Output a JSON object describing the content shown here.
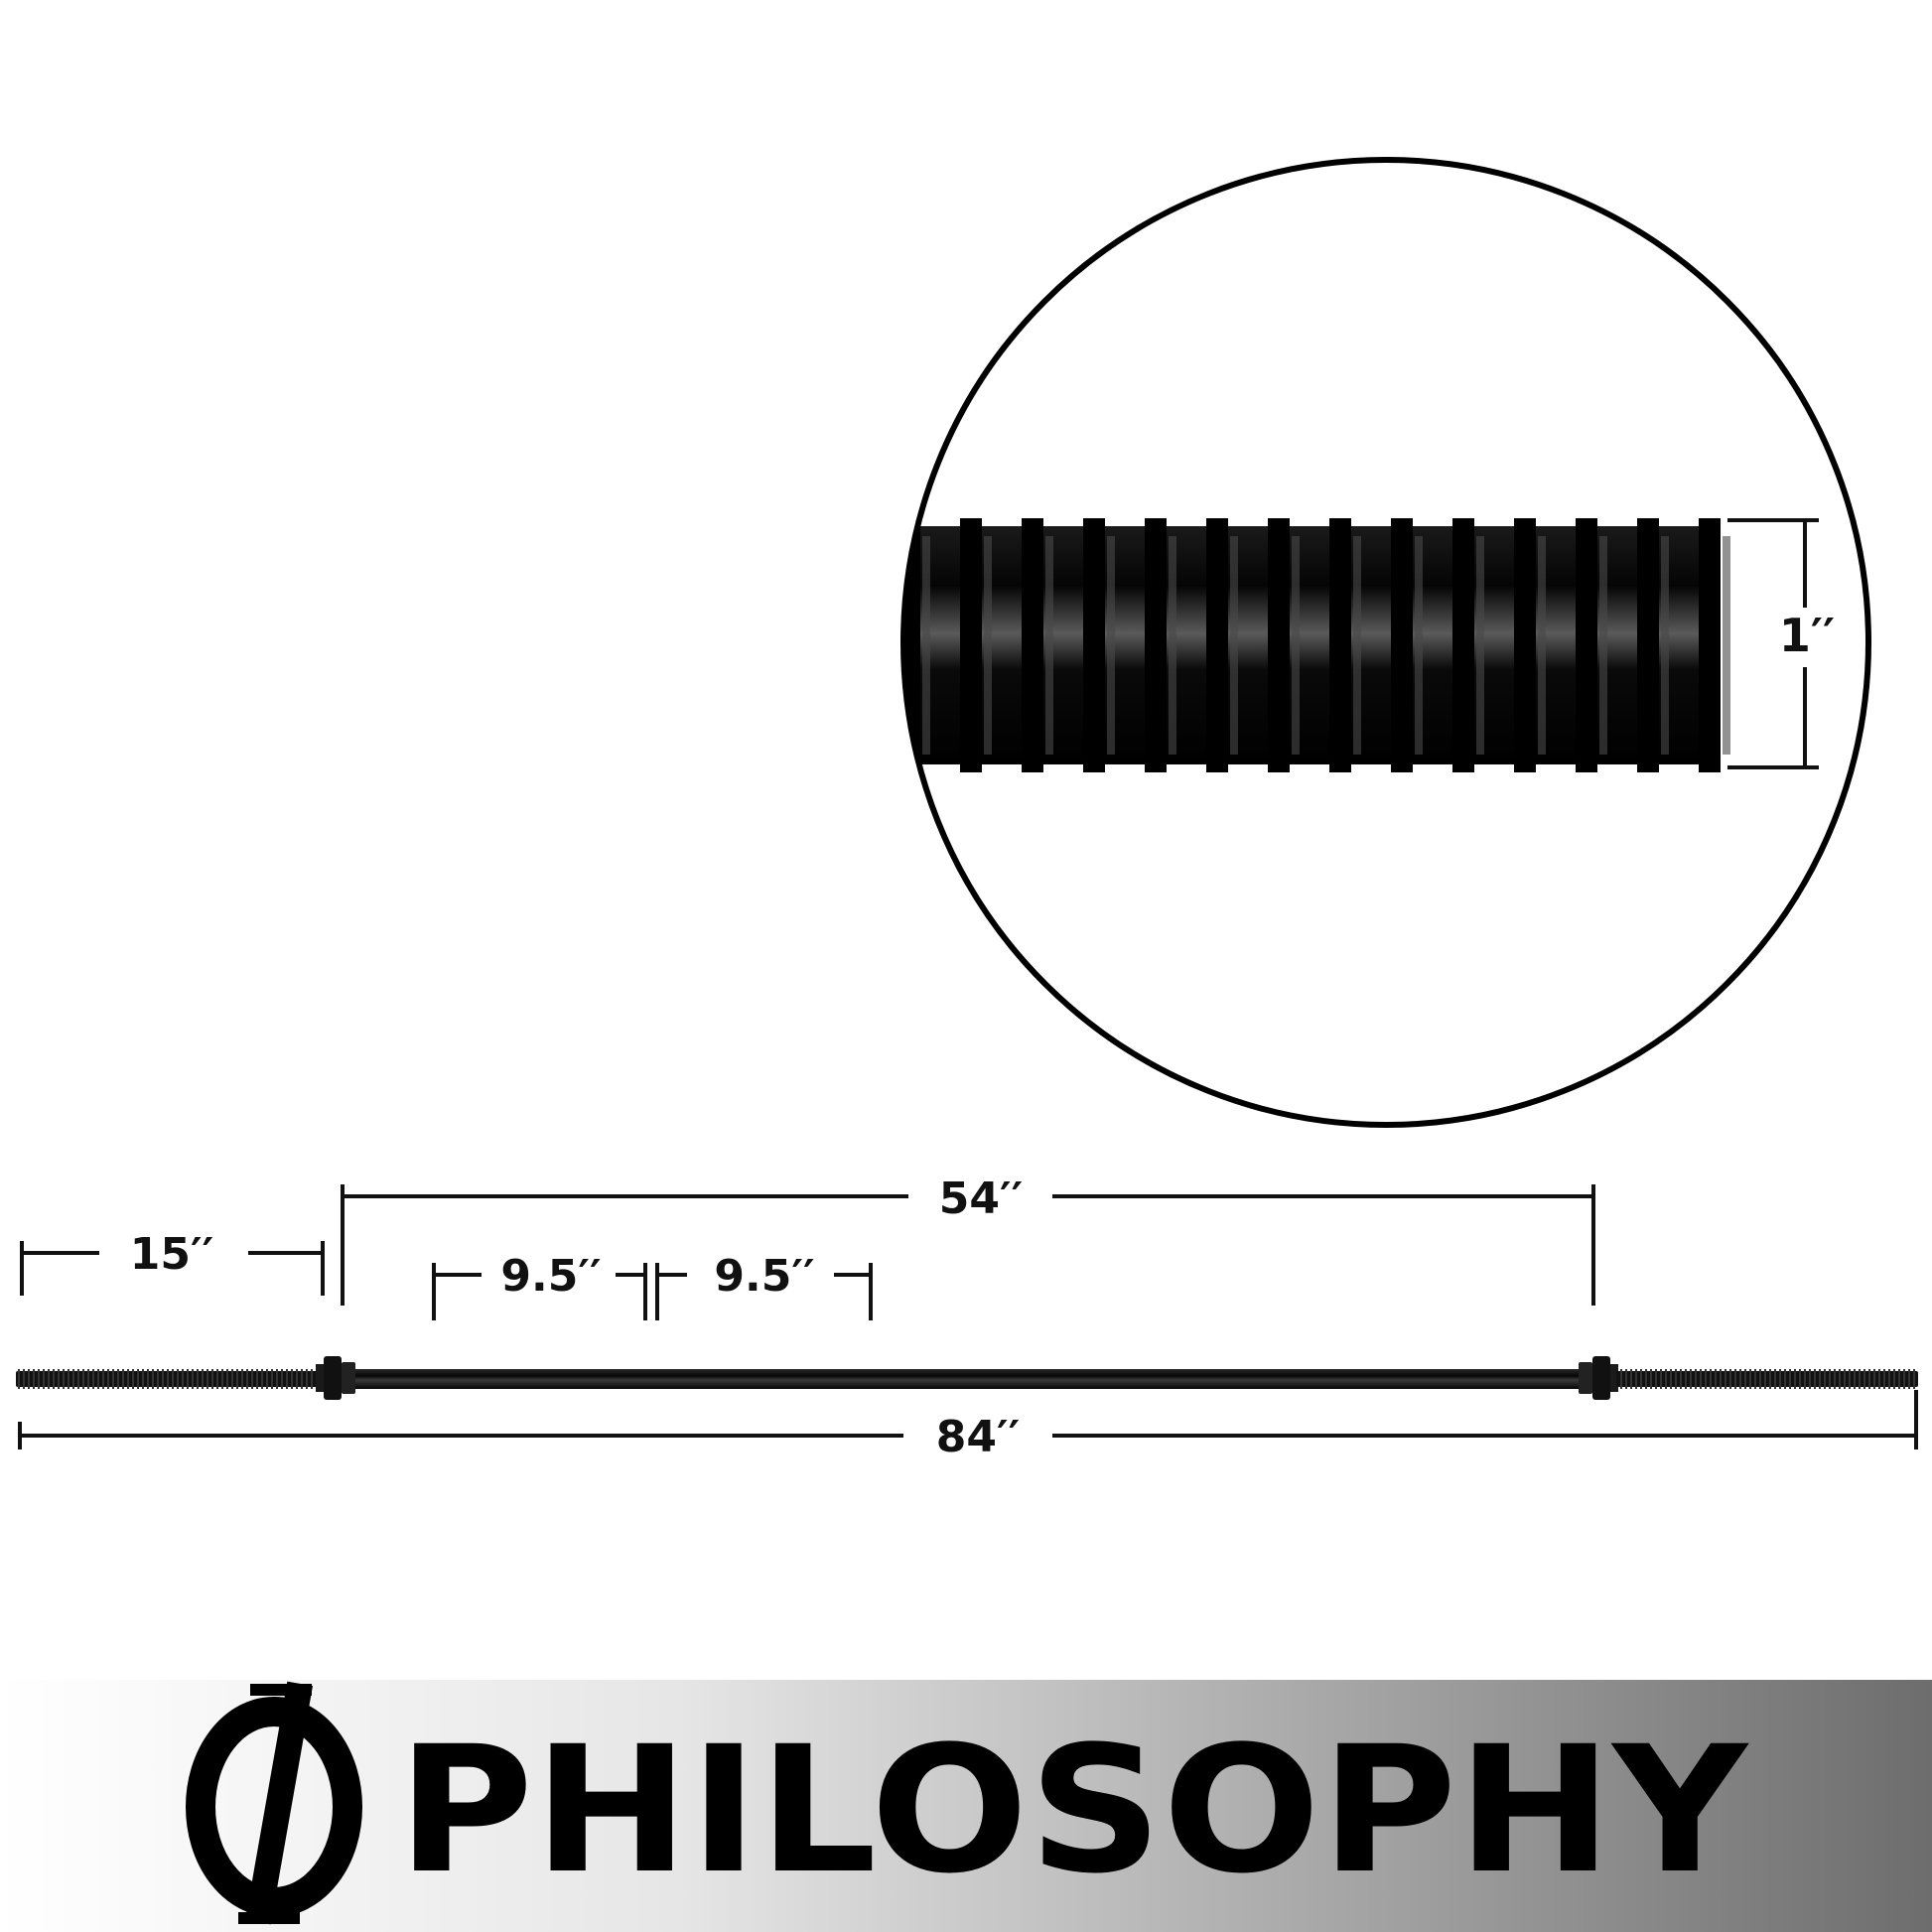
{
  "dimensions": {
    "sleeve_length": "15′′",
    "grip_length": "54′′",
    "knurl_left": "9.5′′",
    "knurl_right": "9.5′′",
    "total_length": "84′′",
    "bar_diameter": "1′′"
  },
  "brand": {
    "name": "PHILOSOPHY",
    "logo_icon": "phi-logo-icon",
    "banner_gradient": [
      "#ffffff",
      "#6a6a6a"
    ]
  },
  "colors": {
    "bar": "#141414",
    "line": "#111111"
  }
}
